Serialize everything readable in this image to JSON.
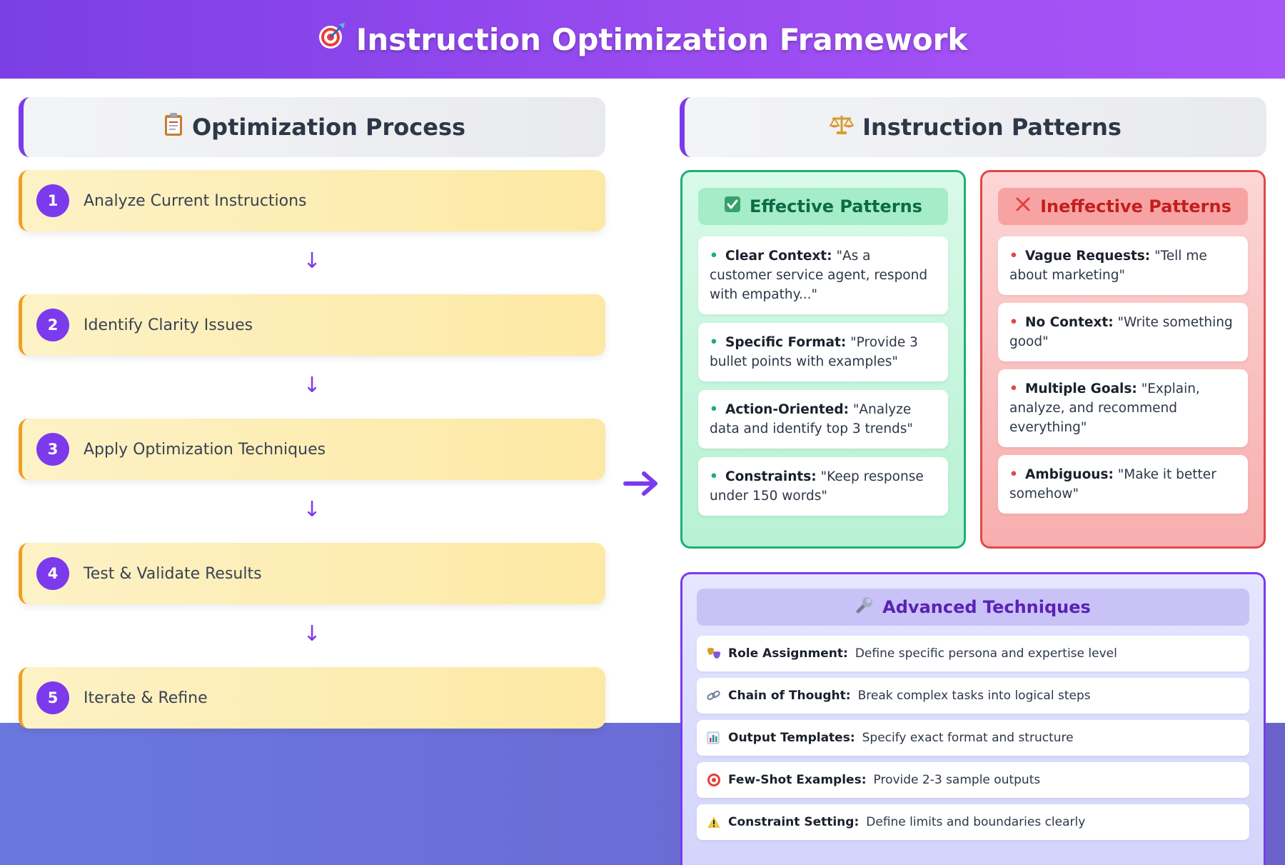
{
  "banner": {
    "title": "Instruction Optimization Framework",
    "icon": "target-icon"
  },
  "process": {
    "title": "Optimization Process",
    "icon": "clipboard-icon",
    "steps": [
      {
        "number": "1",
        "label": "Analyze Current Instructions"
      },
      {
        "number": "2",
        "label": "Identify Clarity Issues"
      },
      {
        "number": "3",
        "label": "Apply Optimization Techniques"
      },
      {
        "number": "4",
        "label": "Test & Validate Results"
      },
      {
        "number": "5",
        "label": "Iterate & Refine"
      }
    ],
    "arrow_glyph": "↓"
  },
  "patterns": {
    "title": "Instruction Patterns",
    "icon": "scales-icon",
    "effective": {
      "title": "Effective Patterns",
      "icon": "check-icon",
      "items": [
        {
          "name": "Clear Context:",
          "text": "\"As a customer service agent, respond with empathy...\""
        },
        {
          "name": "Specific Format:",
          "text": "\"Provide 3 bullet points with examples\""
        },
        {
          "name": "Action-Oriented:",
          "text": "\"Analyze data and identify top 3 trends\""
        },
        {
          "name": "Constraints:",
          "text": "\"Keep response under 150 words\""
        }
      ]
    },
    "ineffective": {
      "title": "Ineffective Patterns",
      "icon": "cross-icon",
      "items": [
        {
          "name": "Vague Requests:",
          "text": "\"Tell me about marketing\""
        },
        {
          "name": "No Context:",
          "text": "\"Write something good\""
        },
        {
          "name": "Multiple Goals:",
          "text": "\"Explain, analyze, and recommend everything\""
        },
        {
          "name": "Ambiguous:",
          "text": "\"Make it better somehow\""
        }
      ]
    }
  },
  "advanced": {
    "title": "Advanced Techniques",
    "icon": "wrench-icon",
    "items": [
      {
        "icon": "masks-icon",
        "name": "Role Assignment:",
        "text": "Define specific persona and expertise level"
      },
      {
        "icon": "link-icon",
        "name": "Chain of Thought:",
        "text": "Break complex tasks into logical steps"
      },
      {
        "icon": "bar-chart-icon",
        "name": "Output Templates:",
        "text": "Specify exact format and structure"
      },
      {
        "icon": "target-icon",
        "name": "Few-Shot Examples:",
        "text": "Provide 2-3 sample outputs"
      },
      {
        "icon": "warning-icon",
        "name": "Constraint Setting:",
        "text": "Define limits and boundaries clearly"
      }
    ]
  },
  "colors": {
    "accent": "#7c3aed",
    "step_fill": "#fde9a4",
    "effective": "#1fae7a",
    "ineffective": "#e04848"
  }
}
